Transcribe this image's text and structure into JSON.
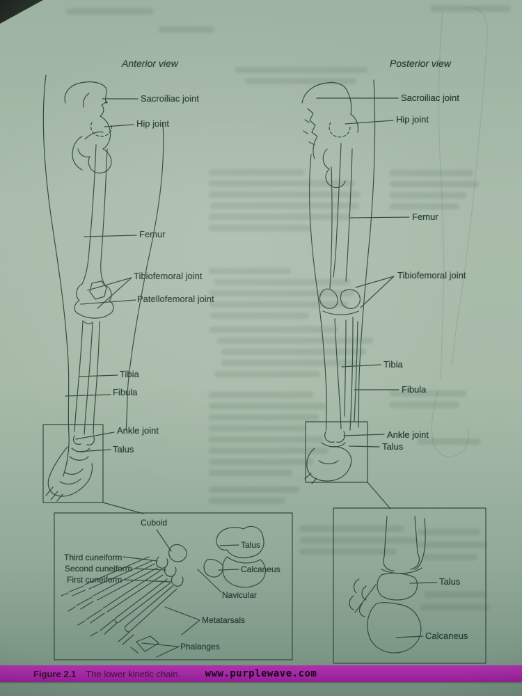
{
  "figure": {
    "anterior": {
      "title": "Anterior view",
      "labels": {
        "sacroiliac": "Sacroiliac joint",
        "hip": "Hip joint",
        "femur": "Femur",
        "tibiofemoral": "Tibiofemoral joint",
        "patellofemoral": "Patellofemoral joint",
        "tibia": "Tibia",
        "fibula": "Fibula",
        "ankle": "Ankle joint",
        "talus": "Talus"
      }
    },
    "posterior": {
      "title": "Posterior view",
      "labels": {
        "sacroiliac": "Sacroiliac joint",
        "hip": "Hip joint",
        "femur": "Femur",
        "tibiofemoral": "Tibiofemoral joint",
        "tibia": "Tibia",
        "fibula": "Fibula",
        "ankle": "Ankle joint",
        "talus": "Talus"
      }
    },
    "foot_medial_inset": {
      "labels": {
        "cuboid": "Cuboid",
        "talus": "Talus",
        "third_cuneiform": "Third cuneiform",
        "second_cuneiform": "Second cuneiform",
        "first_cuneiform": "First cuneiform",
        "calcaneus": "Calcaneus",
        "navicular": "Navicular",
        "metatarsals": "Metatarsals",
        "phalanges": "Phalanges"
      }
    },
    "foot_posterior_inset": {
      "labels": {
        "talus": "Talus",
        "calcaneus": "Calcaneus"
      }
    },
    "caption": {
      "figure_number": "Figure 2.1",
      "text": "The lower kinetic chain."
    }
  },
  "watermark": {
    "text": "www.purplewave.com"
  },
  "colors": {
    "page_green": "#a8bba9",
    "ink": "#33493d",
    "label_text": "#273d33",
    "watermark_band": "#a32ba3",
    "watermark_text": "#1e0622"
  }
}
